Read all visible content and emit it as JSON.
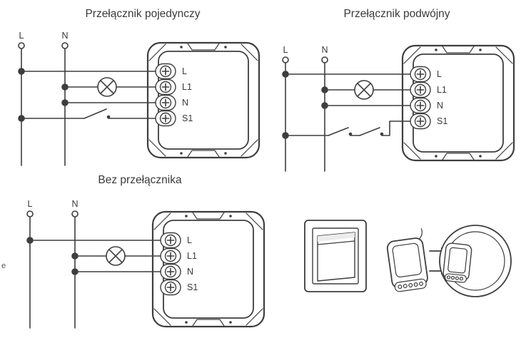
{
  "page": {
    "background": "#ffffff",
    "line_color": "#3e3e3e",
    "text_color": "#3a3a3a"
  },
  "icons": {
    "lamp": "circle-with-x",
    "switch": "angled-blade-contact",
    "double_switch": "two-angled-blade-contacts",
    "junction_dot": "filled-circle",
    "terminal_screw": "phillips-screw-in-slot",
    "arrow_right": "→"
  },
  "diagrams": {
    "single": {
      "title": "Przełącznik pojedynczy",
      "l_label": "L",
      "n_label": "N",
      "terminals": {
        "t1": "L",
        "t2": "L1",
        "t3": "N",
        "t4": "S1"
      }
    },
    "double": {
      "title": "Przełącznik podwójny",
      "l_label": "L",
      "n_label": "N",
      "terminals": {
        "t1": "L",
        "t2": "L1",
        "t3": "N",
        "t4": "S1"
      }
    },
    "no_switch": {
      "title": "Bez przełącznika",
      "l_label": "L",
      "n_label": "N",
      "terminals": {
        "t1": "L",
        "t2": "L1",
        "t3": "N",
        "t4": "S1"
      },
      "edge_fragment": "e"
    }
  }
}
